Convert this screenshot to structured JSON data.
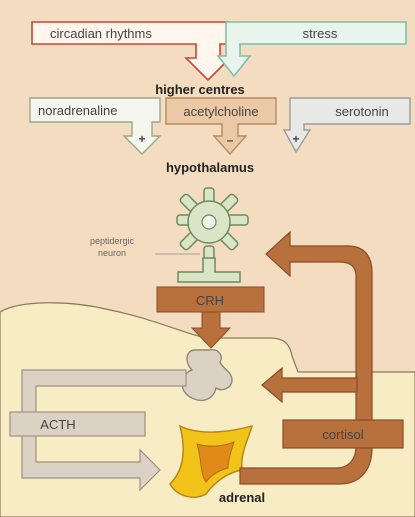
{
  "inputs": {
    "circadian": "circadian rhythms",
    "stress": "stress",
    "noradrenaline": "noradrenaline",
    "acetylcholine": "acetylcholine",
    "serotonin": "serotonin"
  },
  "regions": {
    "higher_centres": "higher centres",
    "hypothalamus": "hypothalamus",
    "neuron_line1": "peptidergic",
    "neuron_line2": "neuron",
    "adrenal": "adrenal"
  },
  "hormones": {
    "crh": "CRH",
    "acth": "ACTH",
    "cortisol": "cortisol"
  },
  "signs": {
    "noradrenaline": "+",
    "acetylcholine": "–",
    "serotonin": "+"
  },
  "colors": {
    "background": "#f3dcc0",
    "brain_region": "#f7ecc4",
    "red_arrow": "#c8473a",
    "stress_green": "#8fcbb4",
    "neuron_green": "#d8e6c7",
    "brown": "#b8703c",
    "dark_brown": "#8a4d26",
    "acth_grey": "#dcd2c4",
    "adrenal_yellow": "#f2c318",
    "adrenal_orange": "#e08a1a"
  }
}
